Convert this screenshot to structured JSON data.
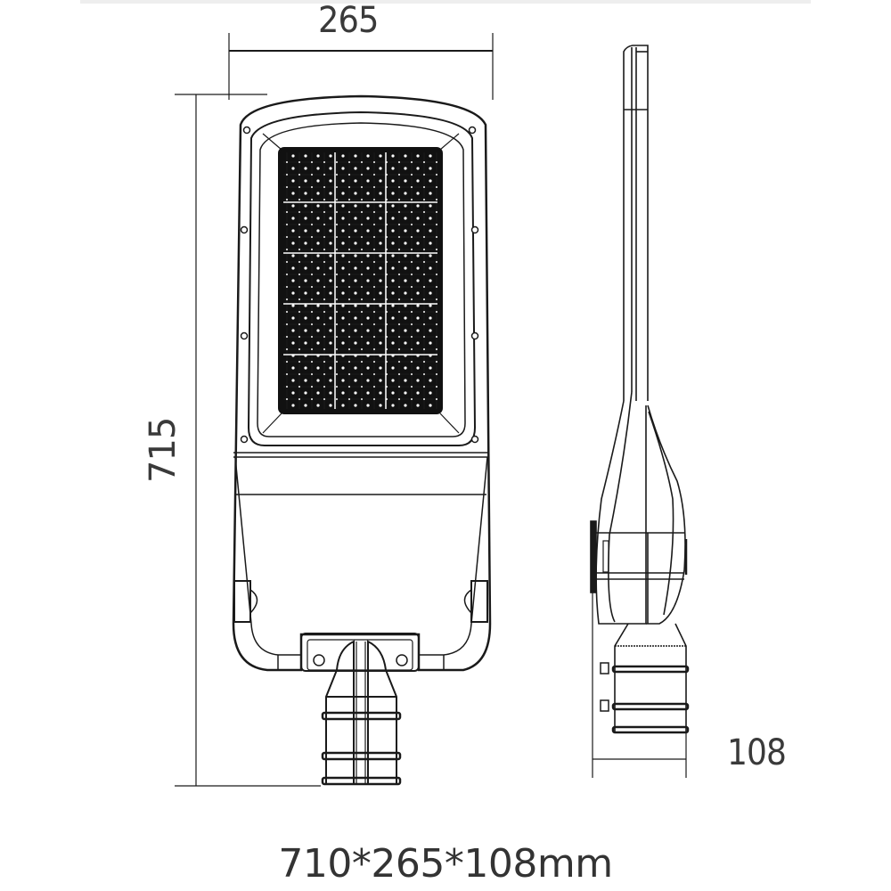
{
  "drawing": {
    "subject": "LED street light dimension drawing",
    "views": [
      "front-view",
      "side-view"
    ],
    "dimensions": {
      "width": "265",
      "height": "715",
      "depth": "108"
    },
    "caption": "710*265*108mm",
    "line_color": "#1a1a1a",
    "text_color": "#333333",
    "led_module_grid": {
      "rows": 5,
      "columns": 3
    }
  }
}
